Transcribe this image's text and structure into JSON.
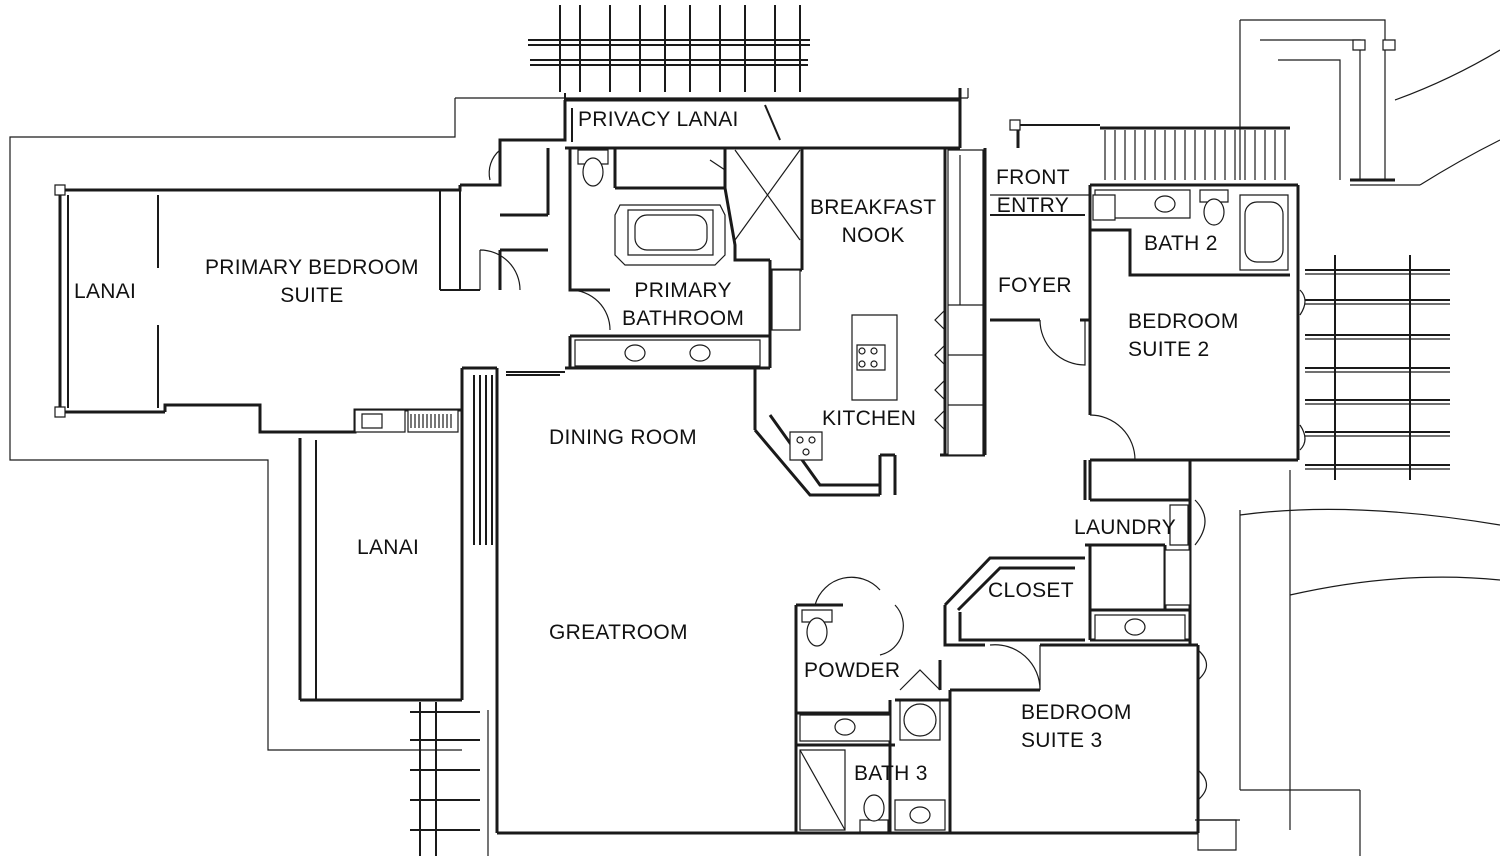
{
  "rooms": {
    "privacy_lanai": "PRIVACY LANAI",
    "front_entry": [
      "FRONT",
      "ENTRY"
    ],
    "breakfast_nook": [
      "BREAKFAST",
      "NOOK"
    ],
    "bath_2": "BATH 2",
    "lanai_left": "LANAI",
    "primary_bedroom_suite": [
      "PRIMARY BEDROOM",
      "SUITE"
    ],
    "primary_bathroom": [
      "PRIMARY",
      "BATHROOM"
    ],
    "foyer": "FOYER",
    "bedroom_suite_2": [
      "BEDROOM",
      "SUITE 2"
    ],
    "kitchen": "KITCHEN",
    "dining_room": "DINING ROOM",
    "laundry": "LAUNDRY",
    "lanai_lower": "LANAI",
    "closet": "CLOSET",
    "greatroom": "GREATROOM",
    "powder": "POWDER",
    "bedroom_suite_3": [
      "BEDROOM",
      "SUITE 3"
    ],
    "bath_3": "BATH 3"
  },
  "colors": {
    "line": "#1a1a1a",
    "background": "#ffffff"
  }
}
